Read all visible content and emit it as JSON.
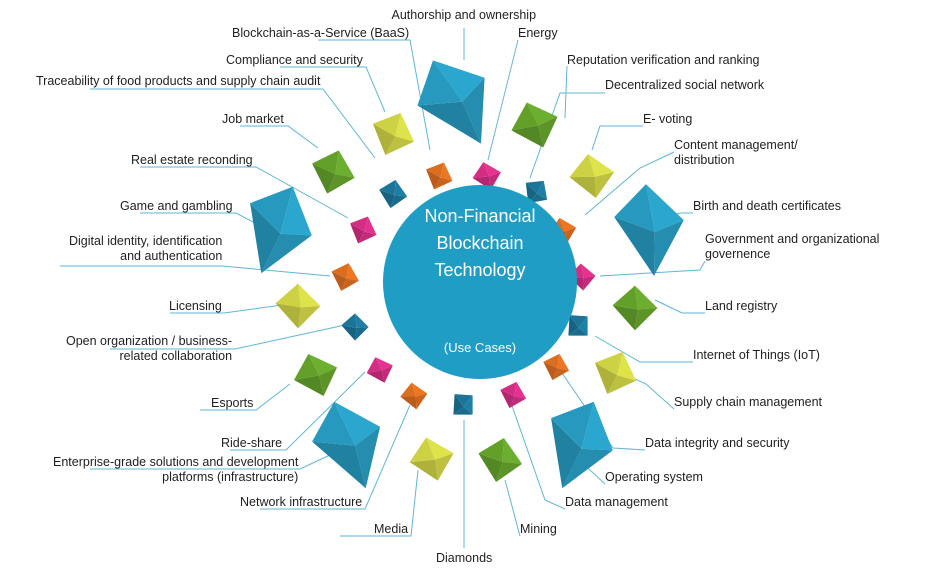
{
  "center": {
    "title_lines": [
      "Non-Financial",
      "Blockchain",
      "Technology"
    ],
    "subtitle": "(Use Cases)"
  },
  "colors": {
    "circle": "#1f9dc4",
    "blue": "#2aa6cf",
    "dark_blue": "#1e7fa6",
    "green": "#6cae2e",
    "yellow": "#dfe34a",
    "orange": "#ee7622",
    "pink": "#e6318f",
    "leader_line": "#5fb6d6"
  },
  "use_cases": [
    {
      "label": "Authorship and ownership"
    },
    {
      "label": "Blockchain-as-a-Service (BaaS)"
    },
    {
      "label": "Energy"
    },
    {
      "label": "Compliance and security"
    },
    {
      "label": "Reputation verification and ranking"
    },
    {
      "label": "Traceability of food products and supply chain audit"
    },
    {
      "label": "Decentralized social network"
    },
    {
      "label": "Job market"
    },
    {
      "label": "E- voting"
    },
    {
      "label": "Real estate reconding"
    },
    {
      "label": "Content management/ distribution",
      "lines": [
        "Content management/",
        "distribution"
      ]
    },
    {
      "label": "Game and gambling"
    },
    {
      "label": "Birth and death certificates"
    },
    {
      "label": "Digital identity, identification and authentication",
      "lines": [
        "Digital identity, identification",
        "and authentication"
      ]
    },
    {
      "label": "Government and organizational governence",
      "lines": [
        "Government and organizational",
        "governence"
      ]
    },
    {
      "label": "Licensing"
    },
    {
      "label": "Land registry"
    },
    {
      "label": "Open organization / business-related collaboration",
      "lines": [
        "Open organization / business-",
        "related collaboration"
      ]
    },
    {
      "label": "Internet of Things (IoT)"
    },
    {
      "label": "Esports"
    },
    {
      "label": "Supply chain management"
    },
    {
      "label": "Ride-share"
    },
    {
      "label": "Data integrity and security"
    },
    {
      "label": "Enterprise-grade solutions and development platforms (infrastructure)",
      "lines": [
        "Enterprise-grade solutions and development",
        "platforms (infrastructure)"
      ]
    },
    {
      "label": "Operating system"
    },
    {
      "label": "Network infrastructure"
    },
    {
      "label": "Data management"
    },
    {
      "label": "Media"
    },
    {
      "label": "Mining"
    },
    {
      "label": "Diamonds"
    }
  ]
}
